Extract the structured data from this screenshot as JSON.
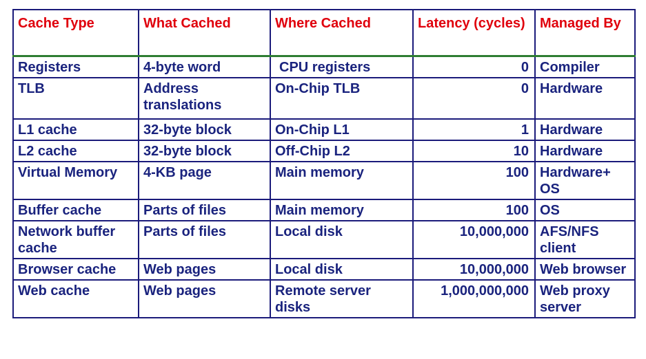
{
  "table": {
    "headers": [
      "Cache Type",
      "What Cached",
      "Where Cached",
      "Latency (cycles)",
      "Managed By"
    ],
    "rows": [
      [
        "Registers",
        "4-byte word",
        "CPU registers",
        "0",
        "Compiler"
      ],
      [
        "TLB",
        "Address translations",
        "On-Chip TLB",
        "0",
        "Hardware"
      ],
      [
        "L1 cache",
        "32-byte block",
        "On-Chip L1",
        "1",
        "Hardware"
      ],
      [
        "L2 cache",
        "32-byte block",
        "Off-Chip L2",
        "10",
        "Hardware"
      ],
      [
        "Virtual Memory",
        "4-KB page",
        "Main memory",
        "100",
        "Hardware+ OS"
      ],
      [
        "Buffer cache",
        "Parts of files",
        "Main memory",
        "100",
        "OS"
      ],
      [
        "Network buffer cache",
        "Parts of files",
        "Local disk",
        "10,000,000",
        "AFS/NFS client"
      ],
      [
        "Browser cache",
        "Web pages",
        "Local disk",
        "10,000,000",
        "Web browser"
      ],
      [
        "Web cache",
        "Web pages",
        "Remote server disks",
        "1,000,000,000",
        "Web proxy server"
      ]
    ]
  },
  "colors": {
    "header_text": "#e0000c",
    "body_text": "#1a237e",
    "border": "#1a1a7a",
    "header_rule": "#2e7d32"
  }
}
